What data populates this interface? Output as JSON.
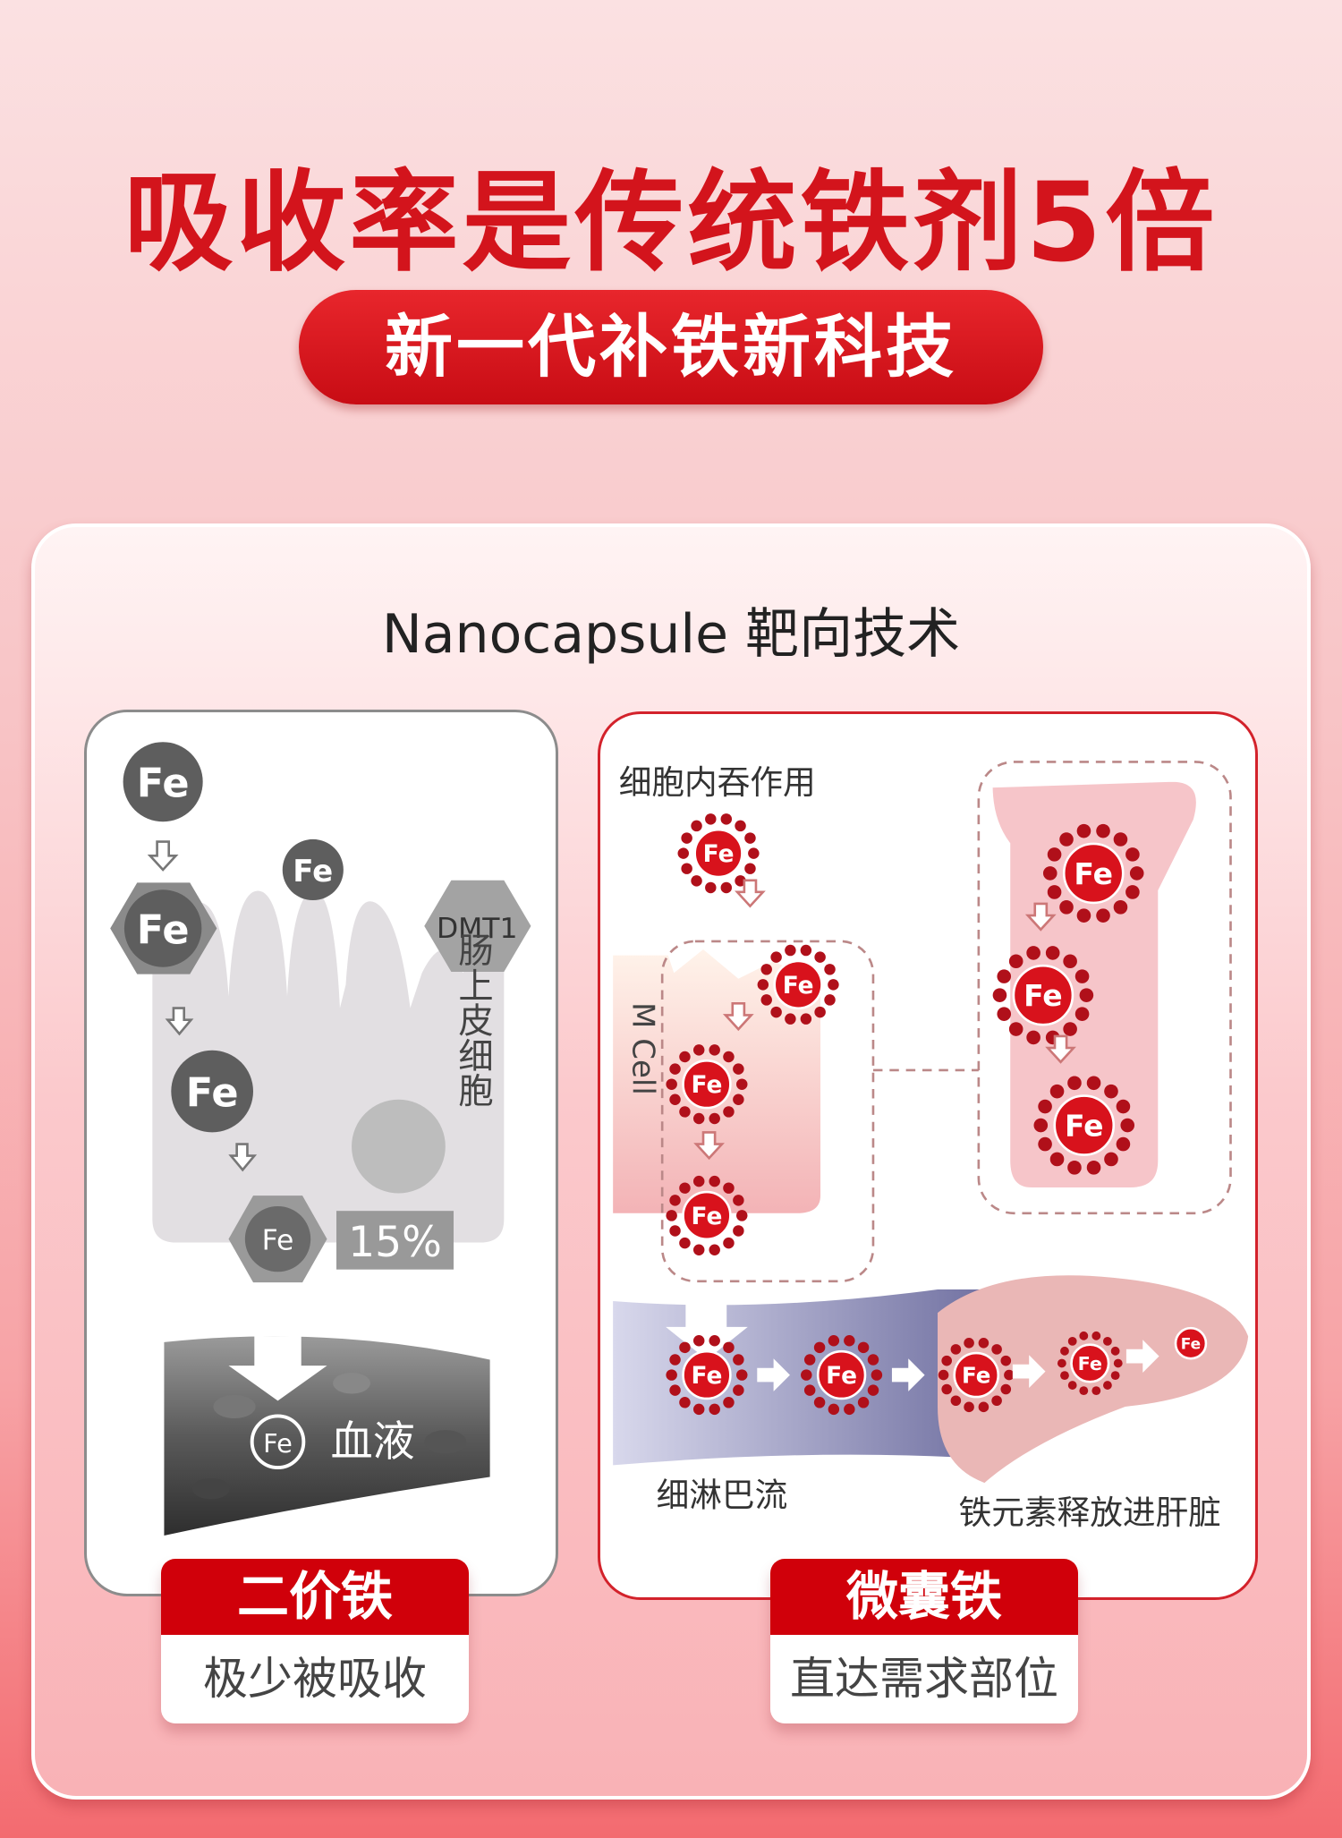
{
  "headline": "吸收率是传统铁剂5倍",
  "subheadline": "新一代补铁新科技",
  "card_title": "Nanocapsule 靶向技术",
  "left": {
    "fe": "Fe",
    "dmt1": "DMT1",
    "cell_label": "肠上皮细胞",
    "percent": "15%",
    "blood": "血液",
    "tag": "二价铁",
    "desc": "极少被吸收"
  },
  "right": {
    "endocytosis": "细胞内吞作用",
    "mcell": "M Cell",
    "lymph": "细淋巴流",
    "liver": "铁元素释放进肝脏",
    "fe": "Fe",
    "tag": "微囊铁",
    "desc": "直达需求部位"
  },
  "colors": {
    "brand_red": "#d3141c",
    "gray": "#666666"
  }
}
